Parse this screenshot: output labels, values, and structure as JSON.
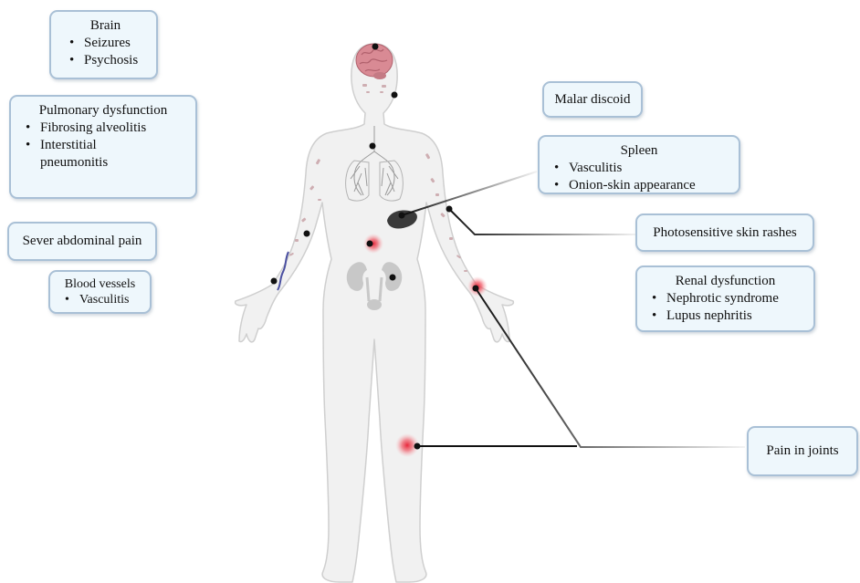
{
  "callouts": {
    "brain": {
      "title": "Brain",
      "items": [
        "Seizures",
        "Psychosis"
      ]
    },
    "malar": {
      "title": "Malar discoid"
    },
    "pulmonary": {
      "title": "Pulmonary dysfunction",
      "items": [
        "Fibrosing alveolitis",
        "Interstitial pneumonitis"
      ]
    },
    "spleen": {
      "title": "Spleen",
      "items": [
        "Vasculitis",
        "Onion-skin appearance"
      ]
    },
    "abdominal": {
      "title": "Sever abdominal pain"
    },
    "skin": {
      "title": "Photosensitive skin rashes"
    },
    "vessels": {
      "title": "Blood vessels",
      "items": [
        "Vasculitis"
      ]
    },
    "renal": {
      "title": "Renal dysfunction",
      "items": [
        "Nephrotic syndrome",
        "Lupus nephritis"
      ]
    },
    "joints": {
      "title": "Pain in joints"
    }
  },
  "colors": {
    "box_fill": "#eef7fc",
    "box_border": "#a9c0d6",
    "body_fill": "#f1f1f1",
    "organ_gray": "#c8c8c8",
    "brain": "#d98a94",
    "spleen": "#3a3a3a",
    "inflammation": "#e8283c",
    "rash": "#c9a3a8",
    "vessel": "#4a4fa0",
    "leader_line": "#111111"
  }
}
